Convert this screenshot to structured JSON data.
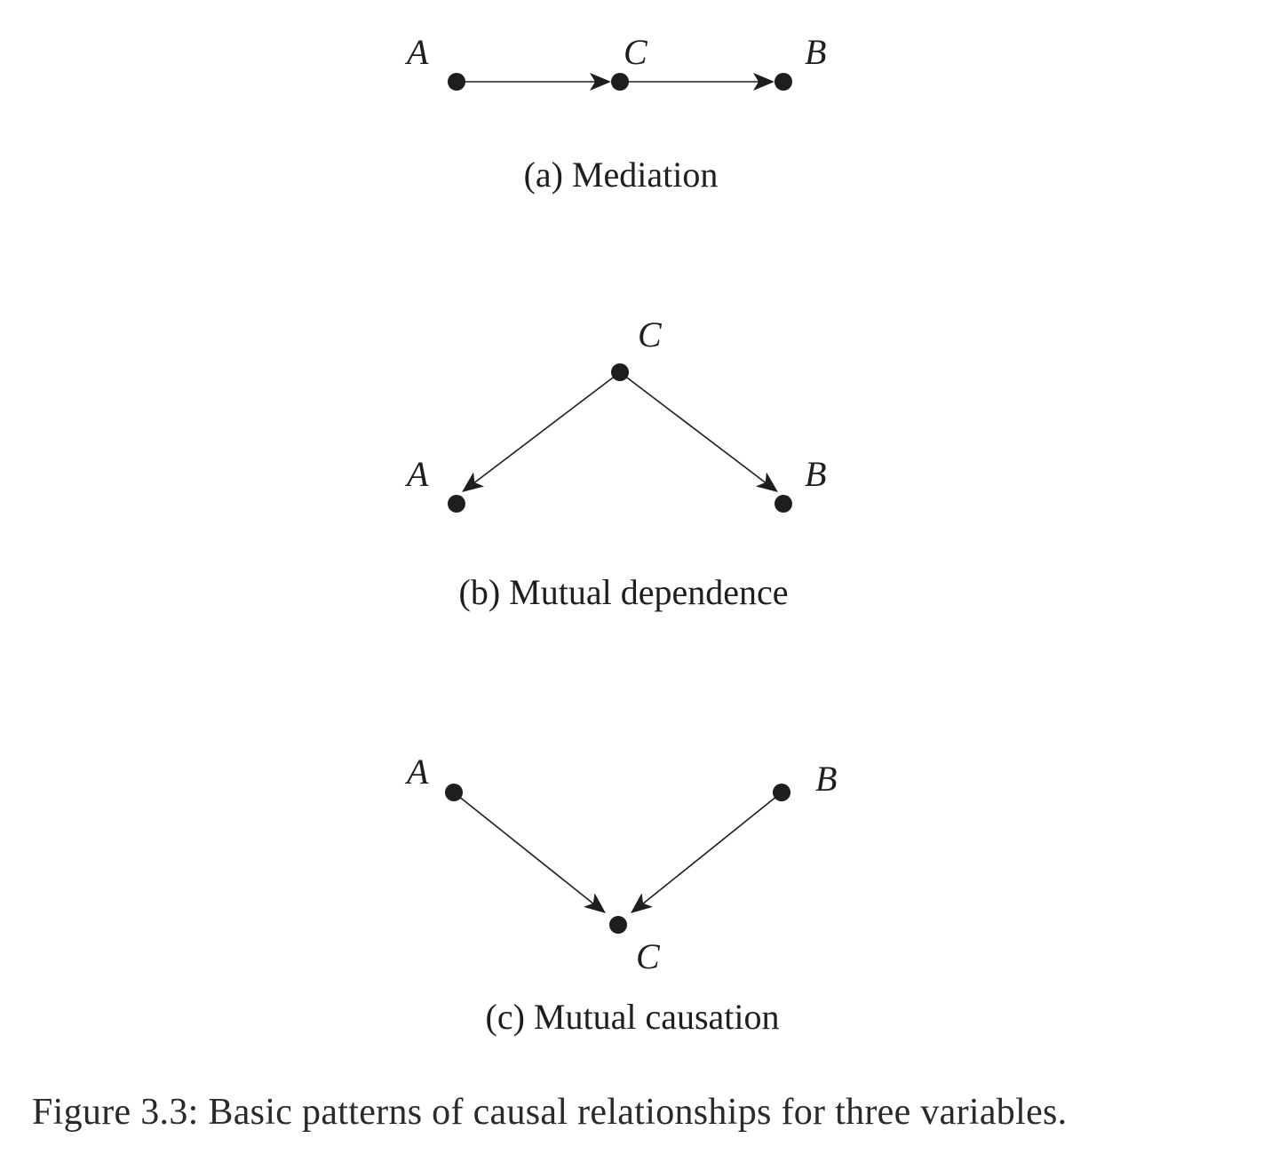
{
  "panels": [
    {
      "id": "a",
      "caption": "(a) Mediation",
      "nodes": {
        "A": "A",
        "C": "C",
        "B": "B"
      },
      "edges": [
        {
          "from": "A",
          "to": "C"
        },
        {
          "from": "C",
          "to": "B"
        }
      ]
    },
    {
      "id": "b",
      "caption": "(b) Mutual dependence",
      "nodes": {
        "A": "A",
        "C": "C",
        "B": "B"
      },
      "edges": [
        {
          "from": "C",
          "to": "A"
        },
        {
          "from": "C",
          "to": "B"
        }
      ]
    },
    {
      "id": "c",
      "caption": "(c) Mutual causation",
      "nodes": {
        "A": "A",
        "C": "C",
        "B": "B"
      },
      "edges": [
        {
          "from": "A",
          "to": "C"
        },
        {
          "from": "B",
          "to": "C"
        }
      ]
    }
  ],
  "figure_caption": "Figure 3.3: Basic patterns of causal relationships for three variables.",
  "colors": {
    "ink": "#1e1e1e",
    "background": "#ffffff"
  }
}
